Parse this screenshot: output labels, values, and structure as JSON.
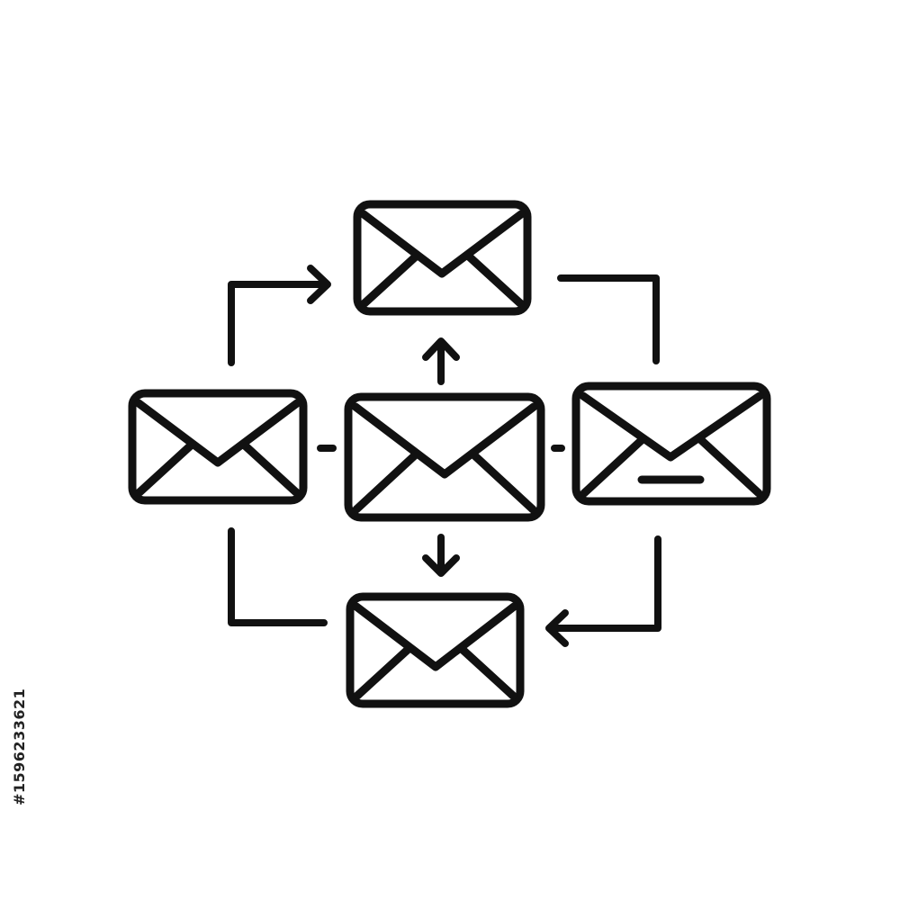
{
  "diagram": {
    "stroke_color": "#111111",
    "background_color": "#ffffff",
    "nodes": [
      {
        "id": "top",
        "icon": "envelope-icon"
      },
      {
        "id": "left",
        "icon": "envelope-icon"
      },
      {
        "id": "center",
        "icon": "envelope-icon"
      },
      {
        "id": "right",
        "icon": "envelope-icon",
        "variant": "with-line"
      },
      {
        "id": "bottom",
        "icon": "envelope-icon"
      }
    ],
    "connectors": [
      {
        "from": "left",
        "to": "top",
        "type": "arrow"
      },
      {
        "from": "top",
        "to": "right",
        "type": "line"
      },
      {
        "from": "center",
        "to": "top",
        "type": "arrow"
      },
      {
        "from": "center",
        "to": "bottom",
        "type": "arrow"
      },
      {
        "from": "left",
        "to": "center",
        "type": "dash"
      },
      {
        "from": "center",
        "to": "right",
        "type": "dash"
      },
      {
        "from": "left",
        "to": "bottom",
        "type": "line"
      },
      {
        "from": "right",
        "to": "bottom",
        "type": "arrow"
      }
    ]
  },
  "watermark": {
    "stock_id": "#1596233621"
  }
}
